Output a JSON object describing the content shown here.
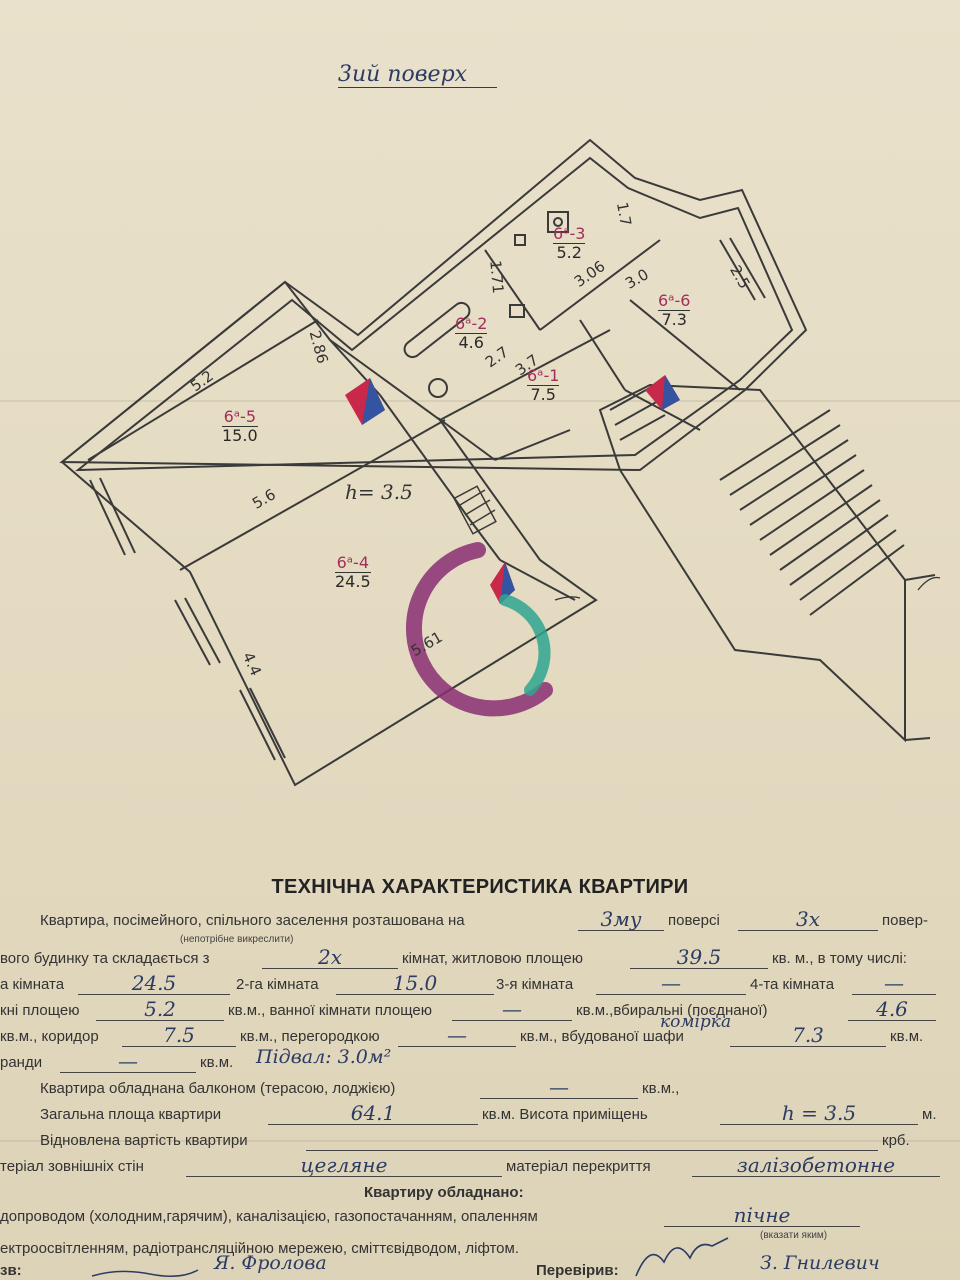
{
  "floor_heading": "3ий поверх",
  "plan": {
    "height": "h= 3.5",
    "rooms": [
      {
        "code": "6ᵃ-1",
        "area": "7.5"
      },
      {
        "code": "6ᵃ-2",
        "area": "4.6"
      },
      {
        "code": "6ᵃ-3",
        "area": "5.2"
      },
      {
        "code": "6ᵃ-4",
        "area": "24.5"
      },
      {
        "code": "6ᵃ-5",
        "area": "15.0"
      },
      {
        "code": "6ᵃ-6",
        "area": "7.3"
      }
    ],
    "dimensions": [
      "5.2",
      "2.86",
      "5.6",
      "4.4",
      "5.61",
      "1.71",
      "2.7",
      "3.7",
      "3.06",
      "3.0",
      "2.5",
      "1.7"
    ]
  },
  "form": {
    "title": "ТЕХНІЧНА ХАРАКТЕРИСТИКА КВАРТИРИ",
    "lines": {
      "l1_a": "Квартира, посімейного, спільного заселення розташована на",
      "l1_b": "поверсі",
      "l1_c": "повер-",
      "l1_note": "(непотрібне викреслити)",
      "l2_a": "вого будинку та складається з",
      "l2_b": "кімнат, житловою площею",
      "l2_c": "кв. м., в тому числі:",
      "l3_a": "а кімната",
      "l3_b": "2-га кімната",
      "l3_c": "3-я кімната",
      "l3_d": "4-та кімната",
      "l4_a": "кні площею",
      "l4_b": "кв.м., ванної кімнати площею",
      "l4_c": "кв.м.,вбиральні (поєднаної)",
      "l5_a": "кв.м., коридор",
      "l5_b": "кв.м., перегородкою",
      "l5_c": "кв.м., вбудованої шафи",
      "l5_d": "кв.м.",
      "l6_a": "ранди",
      "l6_b": "кв.м.",
      "l7_a": "Квартира обладнана балконом (терасою, лоджією)",
      "l7_b": "кв.м.,",
      "l8_a": "Загальна площа квартири",
      "l8_b": "кв.м. Висота приміщень",
      "l8_c": "м.",
      "l9_a": "Відновлена вартість квартири",
      "l9_b": "крб.",
      "l10_a": "теріал зовнішніх стін",
      "l10_b": "матеріал перекриття",
      "l11": "Квартиру обладнано:",
      "l12_a": "допроводом (холодним,гарячим), каналізацією, газопостачанням, опаленням",
      "l12_note": "(вказати яким)",
      "l13": "ектроосвітленням, радіотрансляційною мережею, сміттєвідводом, ліфтом.",
      "l14_a": "зв:",
      "l14_b": "Перевірив:"
    },
    "values": {
      "floor": "3му",
      "floors_total": "3х",
      "rooms": "2х",
      "living_area": "39.5",
      "room1": "24.5",
      "room2": "15.0",
      "room3": "—",
      "room4": "—",
      "kitchen": "5.2",
      "bath": "—",
      "wc": "4.6",
      "corridor": "7.5",
      "partition": "—",
      "closet_label": "комірка",
      "closet": "7.3",
      "veranda": "—",
      "basement": "Підвал: 3.0м²",
      "balcony": "—",
      "total_area": "64.1",
      "height": "h = 3.5",
      "cost": "",
      "walls": "цегляне",
      "ceiling": "залізобетонне",
      "heating": "пічне",
      "signer1": "Я. Фролова",
      "signer2": "З. Гнилевич"
    }
  },
  "colors": {
    "ink": "#2b3b63",
    "red": "#c8284a",
    "logo_purple": "#8a2e72",
    "logo_teal": "#2fa58f"
  }
}
